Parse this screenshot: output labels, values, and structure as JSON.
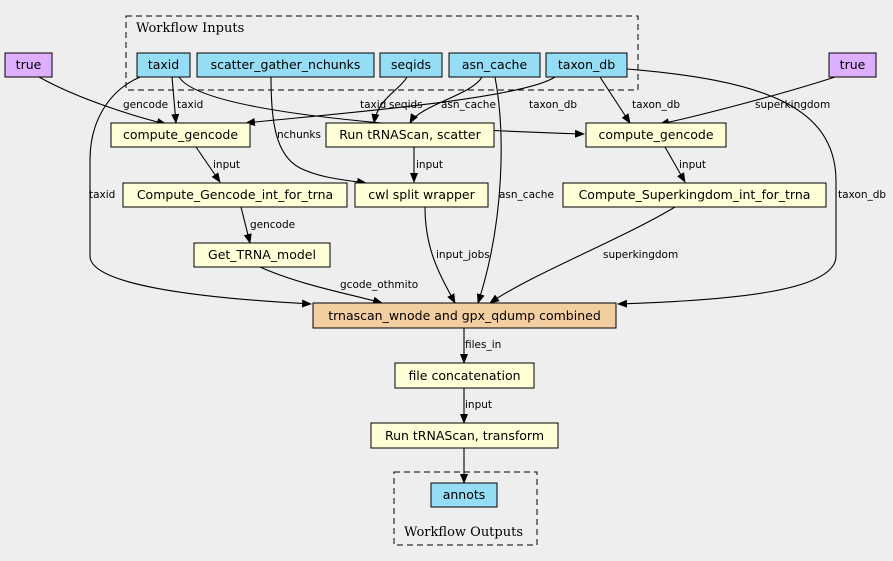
{
  "clusters": {
    "inputs": "Workflow Inputs",
    "outputs": "Workflow Outputs"
  },
  "colors": {
    "input": "#94ddf4",
    "step": "#ffffd7",
    "constant": "#dfafff",
    "main": "#f3cea1",
    "background": "#eeeeee"
  },
  "nodes": {
    "const_true_left": "true",
    "const_true_right": "true",
    "taxid": "taxid",
    "scatter_gather_nchunks": "scatter_gather_nchunks",
    "seqids": "seqids",
    "asn_cache": "asn_cache",
    "taxon_db": "taxon_db",
    "compute_gencode_left": "compute_gencode",
    "run_trnascan_scatter": "Run tRNAScan, scatter",
    "compute_gencode_right": "compute_gencode",
    "compute_gencode_int": "Compute_Gencode_int_for_trna",
    "cwl_split_wrapper": "cwl split wrapper",
    "compute_superkingdom_int": "Compute_Superkingdom_int_for_trna",
    "get_trna_model": "Get_TRNA_model",
    "trnascan_combined": "trnascan_wnode and gpx_qdump combined",
    "file_concatenation": "file concatenation",
    "run_trnascan_transform": "Run tRNAScan, transform",
    "annots": "annots"
  },
  "edge_labels": {
    "gencode_1": "gencode",
    "taxid_1": "taxid",
    "taxid_2": "taxid",
    "seqids": "seqids",
    "asn_cache_1": "asn_cache",
    "taxon_db_1": "taxon_db",
    "taxon_db_2": "taxon_db",
    "superkingdom_1": "superkingdom",
    "nchunks": "nchunks",
    "input_1": "input",
    "input_2": "input",
    "input_3": "input",
    "taxid_3": "taxid",
    "asn_cache_2": "asn_cache",
    "taxon_db_3": "taxon_db",
    "gencode_2": "gencode",
    "input_jobs": "input_jobs",
    "superkingdom_2": "superkingdom",
    "gcode_othmito": "gcode_othmito",
    "files_in": "files_in",
    "input_4": "input"
  }
}
